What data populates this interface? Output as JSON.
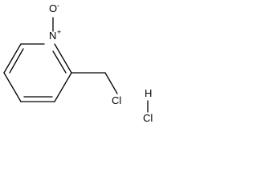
{
  "molecule": {
    "atoms": {
      "ring_nitrogen": "N",
      "n_charge": "+",
      "oxide_oxygen": "O",
      "o_charge": "-",
      "chloromethyl_chlorine": "Cl",
      "hcl_hydrogen": "H",
      "hcl_chlorine": "Cl"
    }
  }
}
